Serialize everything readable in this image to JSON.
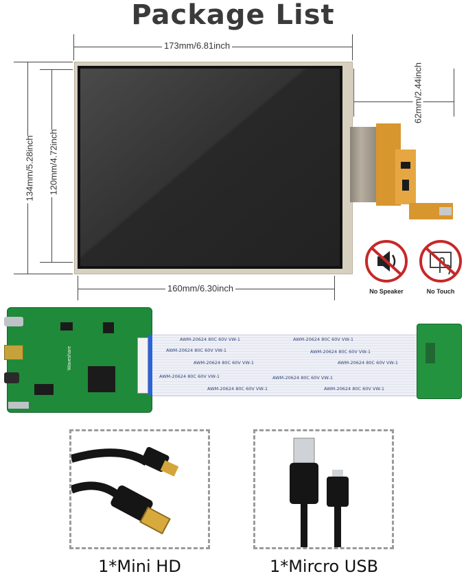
{
  "title": "Package List",
  "dimensions": {
    "width_top": "173mm/6.81inch",
    "height_right": "62mm/2.44inch",
    "height_outer": "134mm/5.28inch",
    "height_inner": "120mm/4.72inch",
    "width_bottom": "160mm/6.30inch"
  },
  "warnings": [
    {
      "label": "No Speaker",
      "icon": "no-speaker-icon",
      "color": "#c62828"
    },
    {
      "label": "No Touch",
      "icon": "no-touch-icon",
      "color": "#c62828"
    }
  ],
  "board": {
    "brand": "Waveshare",
    "cable_text": "AWM-20624  80C  60V  VW-1"
  },
  "accessories": [
    {
      "caption": "1*Mini HD",
      "icon": "hdmi-cable-icon"
    },
    {
      "caption": "1*Mircro USB",
      "icon": "usb-cable-icon"
    }
  ]
}
